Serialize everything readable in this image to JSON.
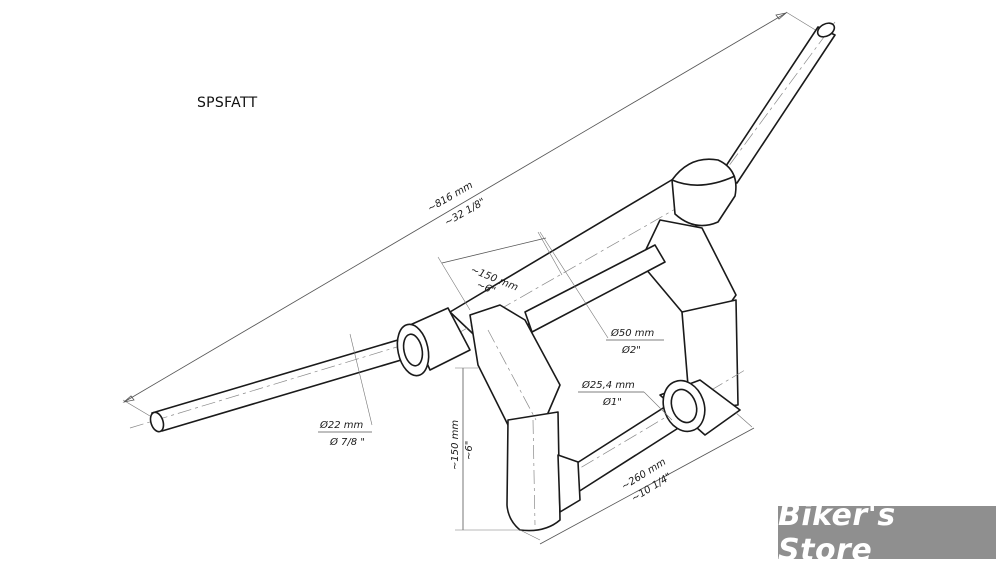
{
  "title": "SPSFATT",
  "watermark": "Biker's Store",
  "dimensions": {
    "overall_mm": "~816 mm",
    "overall_in": "~32 1/8\"",
    "bar_length_mm": "~150 mm",
    "bar_length_in": "~6\"",
    "main_dia_mm": "Ø50 mm",
    "main_dia_in": "Ø2\"",
    "crossbar_dia_mm": "Ø25,4 mm",
    "crossbar_dia_in": "Ø1\"",
    "grip_dia_mm": "Ø22 mm",
    "grip_dia_in": "Ø 7/8 \"",
    "riser_height_mm": "~150 mm",
    "riser_height_in": "~6\"",
    "width_mm": "~260 mm",
    "width_in": "~10 1/4\""
  }
}
